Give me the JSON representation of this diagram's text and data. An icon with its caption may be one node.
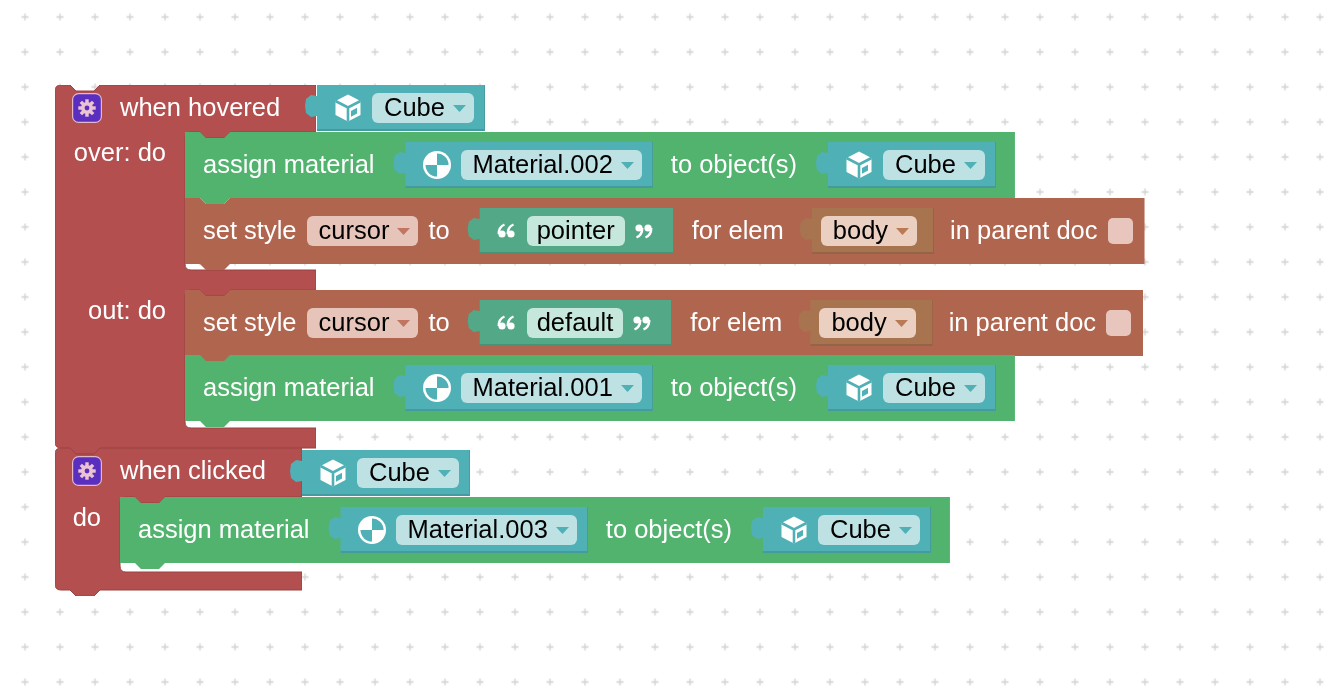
{
  "diagram": {
    "nodes": [
      {
        "text": [
          "when hovered",
          "over: do",
          "out: do"
        ]
      },
      {
        "text": [
          "Cube"
        ]
      },
      {
        "text": [
          "assign material",
          "to object(s)"
        ]
      },
      {
        "text": [
          "Material.002"
        ],
        "in": 2
      },
      {
        "text": [
          "Cube"
        ],
        "in": 2
      },
      {
        "text": [
          "set style",
          "cursor",
          "to",
          "for elem",
          "in parent doc"
        ]
      },
      {
        "text": [
          "pointer"
        ],
        "in": 5
      },
      {
        "text": [
          "body"
        ],
        "in": 5
      },
      {
        "text": [
          "set style",
          "cursor",
          "to",
          "for elem",
          "in parent doc"
        ]
      },
      {
        "text": [
          "default"
        ],
        "in": 8
      },
      {
        "text": [
          "body"
        ],
        "in": 8
      },
      {
        "text": [
          "assign material",
          "to object(s)"
        ]
      },
      {
        "text": [
          "Material.001"
        ],
        "in": 11
      },
      {
        "text": [
          "Cube"
        ],
        "in": 11
      },
      {
        "text": [
          "when clicked",
          "do"
        ]
      },
      {
        "text": [
          "Cube"
        ]
      },
      {
        "text": [
          "assign material",
          "to object(s)"
        ]
      },
      {
        "text": [
          "Material.003"
        ],
        "in": 16
      },
      {
        "text": [
          "Cube"
        ],
        "in": 16
      }
    ]
  }
}
